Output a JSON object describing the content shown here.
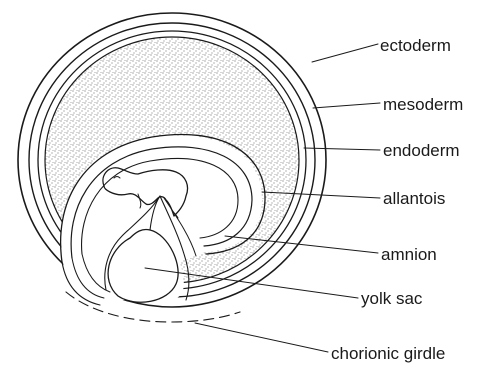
{
  "labels": {
    "ectoderm": "ectoderm",
    "mesoderm": "mesoderm",
    "endoderm": "endoderm",
    "allantois": "allantois",
    "amnion": "amnion",
    "yolk_sac": "yolk sac",
    "chorionic_girdle": "chorionic girdle"
  },
  "colors": {
    "ink": "#1a1a1a",
    "background": "#ffffff"
  }
}
